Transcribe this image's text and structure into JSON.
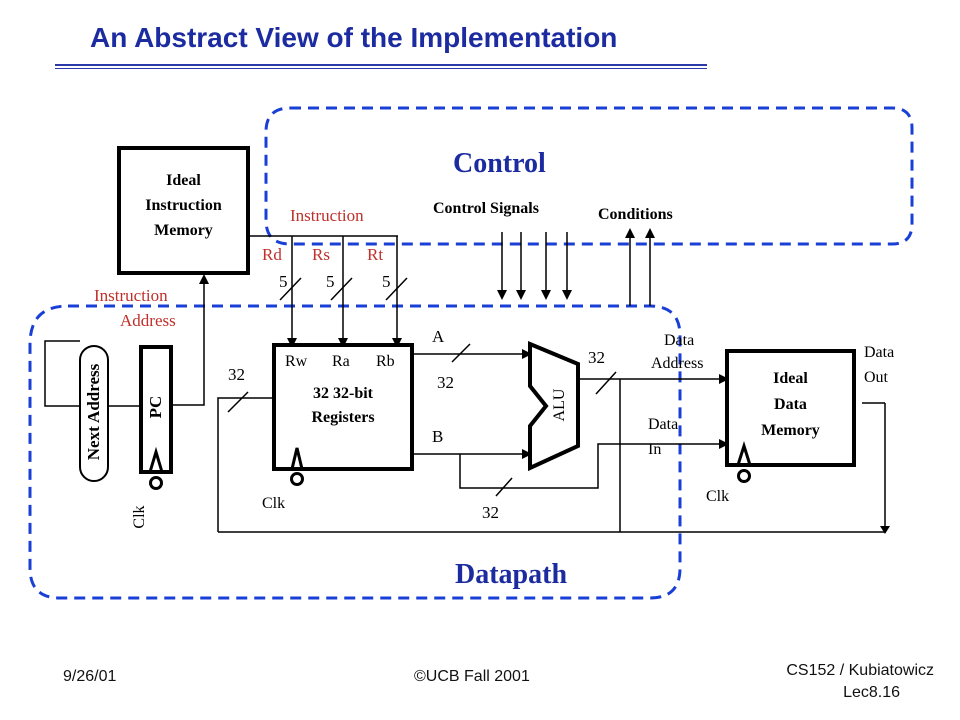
{
  "slide": {
    "title": "An Abstract View of the Implementation"
  },
  "control": {
    "heading": "Control",
    "signals_label": "Control Signals",
    "conditions_label": "Conditions"
  },
  "datapath": {
    "heading": "Datapath"
  },
  "instruction_memory": {
    "line1": "Ideal",
    "line2": "Instruction",
    "line3": "Memory"
  },
  "instruction_label": "Instruction",
  "instruction_address": {
    "line1": "Instruction",
    "line2": "Address"
  },
  "fields": {
    "rd": "Rd",
    "rs": "Rs",
    "rt": "Rt",
    "rd_width": "5",
    "rs_width": "5",
    "rt_width": "5"
  },
  "registers": {
    "rw": "Rw",
    "ra": "Ra",
    "rb": "Rb",
    "line1": "32 32-bit",
    "line2": "Registers"
  },
  "next_address": "Next Address",
  "pc": "PC",
  "clk": "Clk",
  "bus": {
    "writeback_width": "32",
    "a_label": "A",
    "a_width": "32",
    "b_label": "B",
    "b_width": "32",
    "alu_out_width": "32"
  },
  "alu": "ALU",
  "data_memory": {
    "line1": "Ideal",
    "line2": "Data",
    "line3": "Memory",
    "address_line1": "Data",
    "address_line2": "Address",
    "in_line1": "Data",
    "in_line2": "In",
    "out_line1": "Data",
    "out_line2": "Out"
  },
  "footer": {
    "date": "9/26/01",
    "copyright": "©UCB Fall 2001",
    "course": "CS152 / Kubiatowicz",
    "lecture": "Lec8.16"
  }
}
